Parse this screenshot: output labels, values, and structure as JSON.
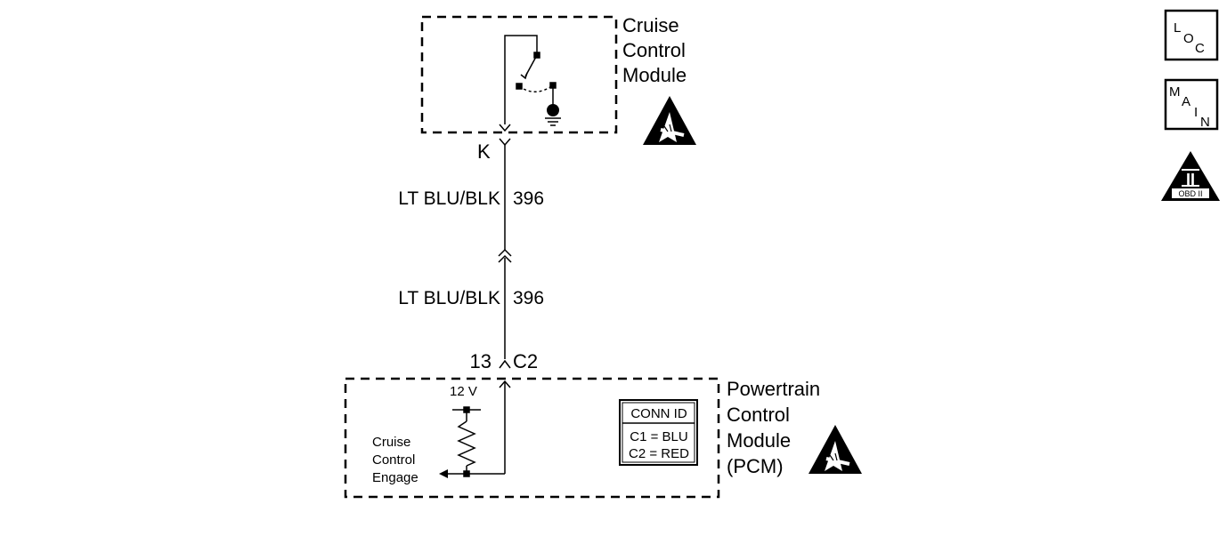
{
  "modules": {
    "cruise": {
      "name_lines": [
        "Cruise",
        "Control",
        "Module"
      ]
    },
    "pcm": {
      "name_lines": [
        "Powertrain",
        "Control",
        "Module",
        "(PCM)"
      ]
    }
  },
  "connectors": {
    "top_pin": "K",
    "bottom_pin": "13",
    "bottom_connector": "C2"
  },
  "wires": [
    {
      "color": "LT BLU/BLK",
      "circuit": "396"
    },
    {
      "color": "LT BLU/BLK",
      "circuit": "396"
    }
  ],
  "pcm_internal": {
    "supply_voltage": "12 V",
    "signal_label_lines": [
      "Cruise",
      "Control",
      "Engage"
    ]
  },
  "conn_id": {
    "title": "CONN ID",
    "rows": [
      "C1 = BLU",
      "C2 = RED"
    ]
  },
  "side_icons": {
    "loc": {
      "letters": [
        "L",
        "O",
        "C"
      ]
    },
    "main": {
      "letters": [
        "M",
        "A",
        "I",
        "N"
      ]
    },
    "obd": {
      "numeral": "II",
      "caption": "OBD II"
    }
  },
  "icons": [
    "esd-warning-icon",
    "ground-icon"
  ]
}
